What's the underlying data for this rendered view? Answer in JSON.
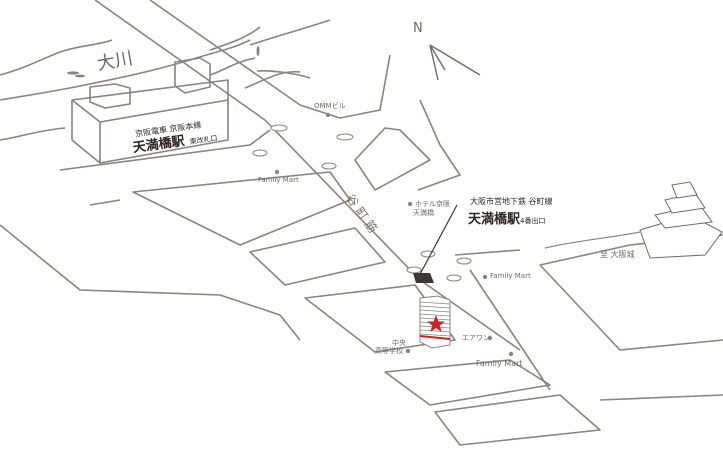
{
  "map": {
    "north_label": "N",
    "river_label": "大川",
    "keihan": {
      "line": "京阪電車 京阪本線",
      "station": "天満橋駅",
      "exit": "東改札口"
    },
    "subway": {
      "line": "大阪市営地下鉄 谷町線",
      "station": "天満橋駅",
      "exit": "4番出口"
    },
    "street_label": "谷町筋",
    "landmarks": {
      "omm": "OMMビル",
      "family_mart_1": "Family Mart",
      "family_mart_2": "Family Mart",
      "family_mart_3": "Family Mart",
      "hotel_line1": "ホテル京阪",
      "hotel_line2": "天満橋",
      "school_line1": "中央",
      "school_line2": "高等学校",
      "airone": "エアワン",
      "castle": "至 大阪城"
    },
    "colors": {
      "line": "#8a847d",
      "text": "#6f6a64",
      "star": "#d0201f",
      "exit": "#3a3734"
    }
  }
}
